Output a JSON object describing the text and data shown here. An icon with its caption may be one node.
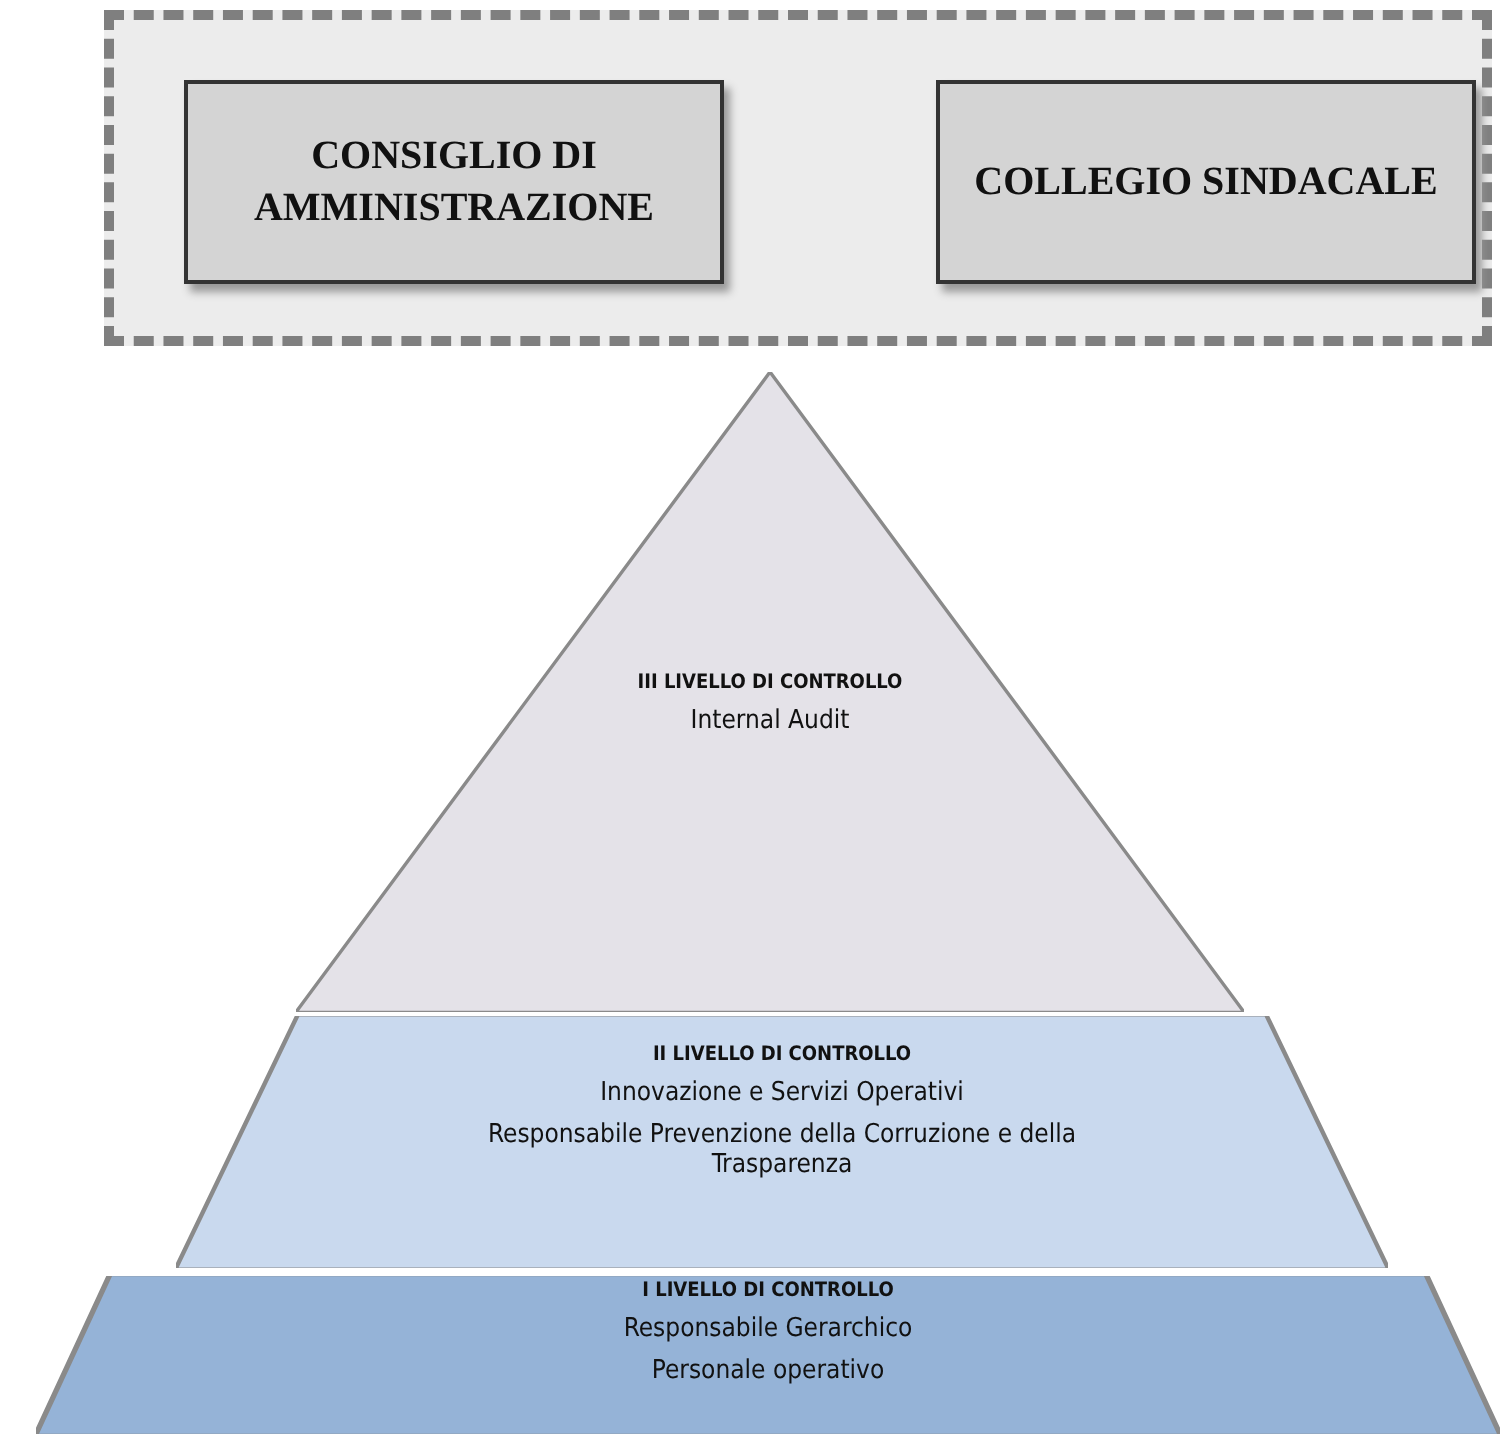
{
  "diagram": {
    "nodes": [
      {
        "text": [],
        "shape": "box"
      },
      {
        "text": [
          "CONSIGLIO DI AMMINISTRAZIONE"
        ],
        "in": 0
      },
      {
        "text": [
          "COLLEGIO SINDACALE"
        ],
        "in": 0
      },
      {
        "text": [
          "III LIVELLO DI CONTROLLO",
          "Internal Audit"
        ]
      },
      {
        "text": [
          "II LIVELLO DI CONTROLLO",
          "Innovazione e Servizi Operativi",
          "Responsabile Prevenzione della Corruzione e della Trasparenza"
        ]
      },
      {
        "text": [
          "I LIVELLO DI CONTROLLO",
          "Responsabile Gerarchico",
          "Personale operativo"
        ]
      }
    ]
  }
}
